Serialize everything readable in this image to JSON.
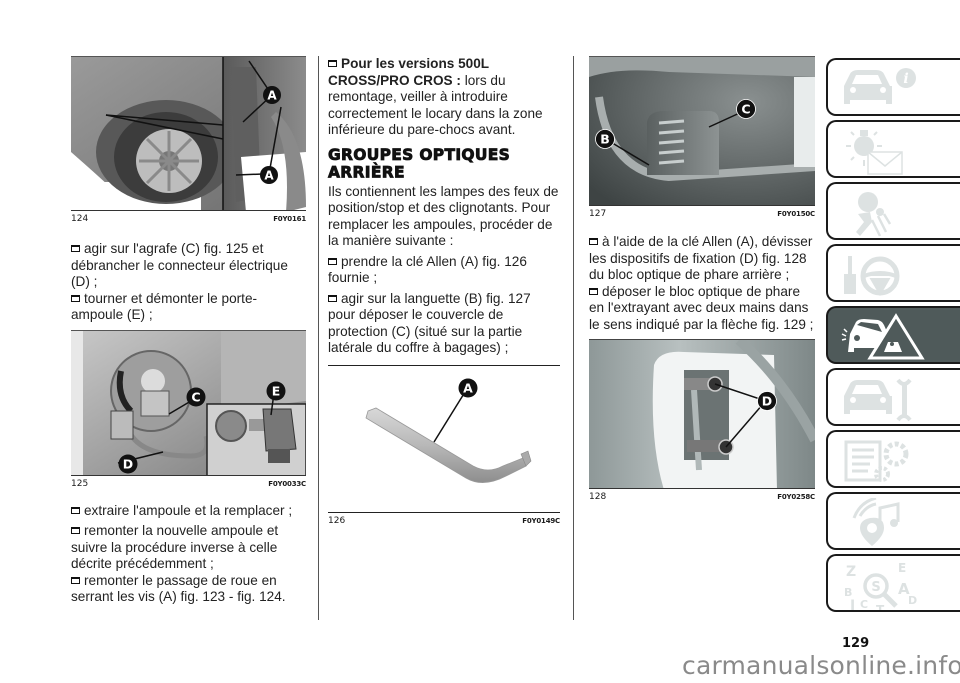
{
  "page": {
    "number": "129",
    "watermark": "carmanualsonline.info",
    "accent_color": "#4f5a5a"
  },
  "column1": {
    "figure124": {
      "number": "124",
      "code": "F0Y0161",
      "callouts": [
        "A",
        "A"
      ]
    },
    "bullets_a": [
      {
        "text": "agir sur l'agrafe (C) fig. 125 et débrancher le connecteur électrique (D) ;"
      },
      {
        "text": "tourner et démonter le porte-ampoule (E) ;"
      }
    ],
    "figure125": {
      "number": "125",
      "code": "F0Y0033C",
      "callouts": [
        "C",
        "E",
        "D"
      ]
    },
    "bullets_b": [
      {
        "text": "extraire l'ampoule et la remplacer ;"
      },
      {
        "text": "remonter la nouvelle ampoule et suivre la procédure inverse à celle décrite précédemment ;"
      },
      {
        "text": "remonter le passage de roue en serrant les vis (A) fig. 123 - fig. 124."
      }
    ]
  },
  "column2": {
    "note": {
      "bold": "Pour les versions 500L CROSS/PRO CROS :",
      "text": " lors du remontage, veiller à introduire correctement le locary dans la zone inférieure du pare-chocs avant."
    },
    "heading": "GROUPES OPTIQUES ARRIÈRE",
    "intro": "Ils contiennent les lampes des feux de position/stop et des clignotants. Pour remplacer les ampoules, procéder de la manière suivante :",
    "bullets": [
      {
        "text": "prendre la clé Allen (A) fig. 126 fournie ;"
      },
      {
        "text": "agir sur la languette (B) fig. 127 pour déposer le couvercle de protection (C) (situé sur la partie latérale du coffre à bagages) ;"
      }
    ],
    "figure126": {
      "number": "126",
      "code": "F0Y0149C",
      "callouts": [
        "A"
      ]
    }
  },
  "column3": {
    "figure127": {
      "number": "127",
      "code": "F0Y0150C",
      "callouts": [
        "B",
        "C"
      ]
    },
    "bullets": [
      {
        "text": "à l'aide de la clé Allen (A), dévisser les dispositifs de fixation (D) fig. 128 du bloc optique de phare arrière ;"
      },
      {
        "text": "déposer le bloc optique de phare en l'extrayant avec deux mains dans le sens indiqué par la flèche fig. 129 ;"
      }
    ],
    "figure128": {
      "number": "128",
      "code": "F0Y0258C",
      "callouts": [
        "D"
      ]
    }
  },
  "sidebar": {
    "tabs": [
      {
        "icon": "car-info-icon",
        "active": false
      },
      {
        "icon": "warning-lights-messages-icon",
        "active": false
      },
      {
        "icon": "airbag-safety-icon",
        "active": false
      },
      {
        "icon": "key-steering-wheel-icon",
        "active": false
      },
      {
        "icon": "emergency-triangle-icon",
        "active": true
      },
      {
        "icon": "car-maintenance-icon",
        "active": false
      },
      {
        "icon": "technical-specs-icon",
        "active": false
      },
      {
        "icon": "multimedia-icon",
        "active": false
      },
      {
        "icon": "alphabetical-index-icon",
        "active": false
      }
    ],
    "tab_icon_color": "#dde2e2",
    "active_icon_color": "#ffffff"
  }
}
